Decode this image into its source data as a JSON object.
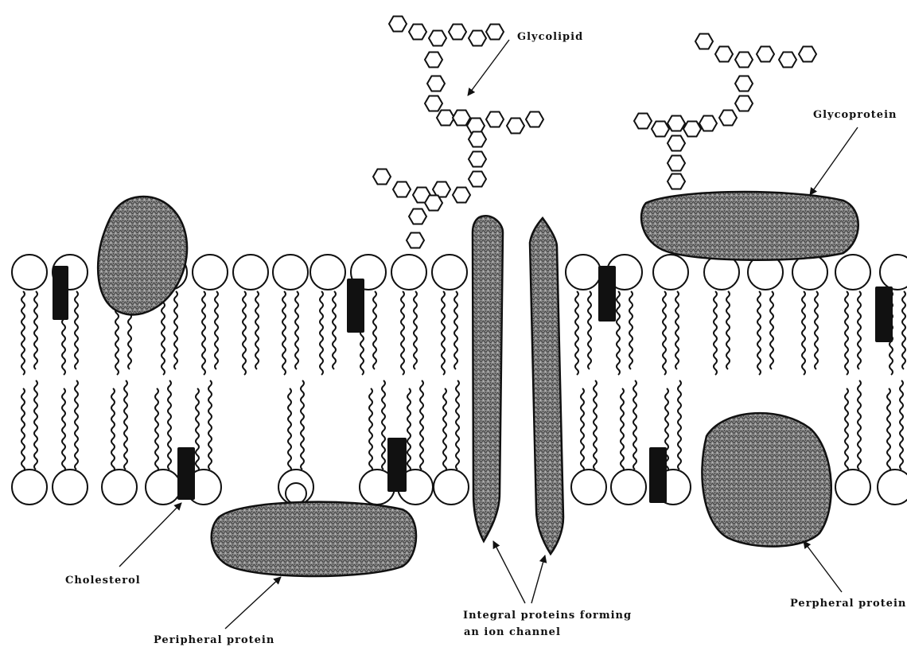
{
  "labels": {
    "glycolipid": "Glycolipid",
    "glycoprotein": "Glycoprotein",
    "cholesterol": "Cholesterol",
    "peripheral_protein_bottom": "Peripheral protein",
    "integral_line1": "Integral proteins forming",
    "integral_line2": "an ion channel",
    "perpheral_protein_right": "Perpheral protein"
  },
  "colors": {
    "ink": "#111111",
    "protein_fill": "#7a7a7a",
    "head_fill": "#ffffff"
  }
}
